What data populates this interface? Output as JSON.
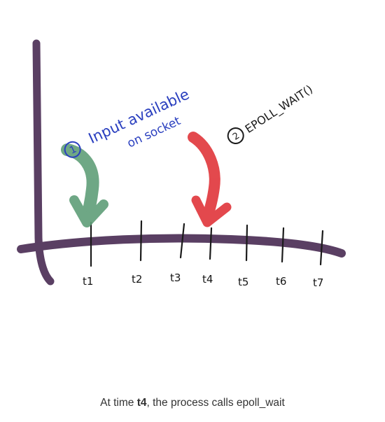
{
  "annotations": {
    "step1_number": "1",
    "step1_line1": "Input available",
    "step1_line2": "on socket",
    "step2_number": "2",
    "step2_text": "EPOLL_WAIT()"
  },
  "timeline": {
    "ticks": [
      "t1",
      "t2",
      "t3",
      "t4",
      "t5",
      "t6",
      "t7"
    ]
  },
  "caption": {
    "prefix": "At time ",
    "bold": "t4",
    "suffix": ", the process calls epoll_wait"
  },
  "colors": {
    "axis": "#5a3f63",
    "arrow_green": "#5f9e78",
    "arrow_red": "#e0353a",
    "annotation_blue": "#2a3fbf"
  }
}
